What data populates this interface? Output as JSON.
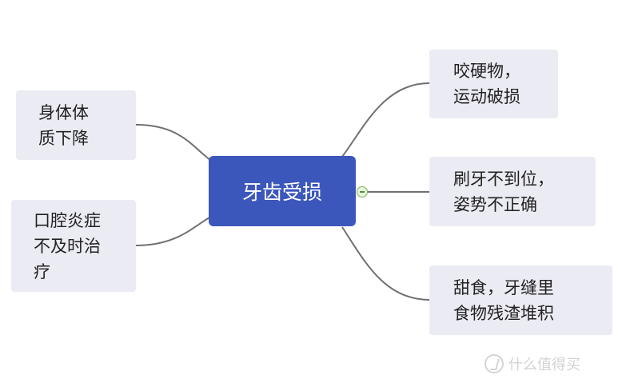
{
  "center": {
    "label": "牙齿受损"
  },
  "left_nodes": [
    {
      "lines": [
        "身体体",
        "质下降"
      ]
    },
    {
      "lines": [
        "口腔炎症",
        "不及时治",
        "疗"
      ]
    }
  ],
  "right_nodes": [
    {
      "lines": [
        "咬硬物，",
        "运动破损"
      ]
    },
    {
      "lines": [
        "刷牙不到位，",
        "姿势不正确"
      ]
    },
    {
      "lines": [
        "甜食，牙缝里",
        "食物残渣堆积"
      ]
    }
  ],
  "watermark": {
    "text": "什么值得买",
    "icon": "zhi-logo-icon"
  },
  "colors": {
    "center_fill": "#3c57bb",
    "node_fill": "#ebebf3",
    "connector": "#707070",
    "collapse_toggle": "#7fb356"
  }
}
